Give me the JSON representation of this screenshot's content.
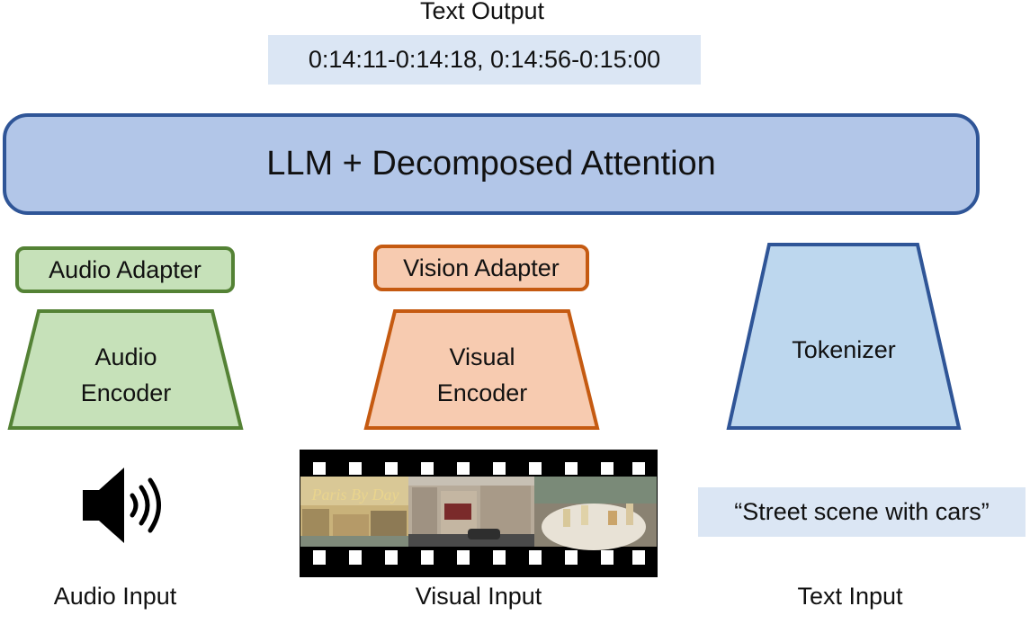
{
  "output": {
    "title": "Text Output",
    "value": "0:14:11-0:14:18, 0:14:56-0:15:00"
  },
  "llm": {
    "label": "LLM + Decomposed Attention"
  },
  "audio": {
    "adapter_label": "Audio Adapter",
    "encoder_line1": "Audio",
    "encoder_line2": "Encoder",
    "input_label": "Audio Input",
    "icon": "speaker-icon"
  },
  "visual": {
    "adapter_label": "Vision Adapter",
    "encoder_line1": "Visual",
    "encoder_line2": "Encoder",
    "input_label": "Visual Input",
    "film_caption": "Paris By Day"
  },
  "text": {
    "tokenizer_label": "Tokenizer",
    "input_value": "“Street scene with cars”",
    "input_label": "Text Input"
  },
  "colors": {
    "llm_fill": "#b2c6e8",
    "llm_border": "#2f5597",
    "audio_fill": "#c6e1b9",
    "audio_border": "#548235",
    "visual_fill": "#f7cbb0",
    "visual_border": "#c55a11",
    "text_fill": "#bdd7ee",
    "text_border": "#2f5597",
    "box_fill": "#dbe6f4"
  }
}
